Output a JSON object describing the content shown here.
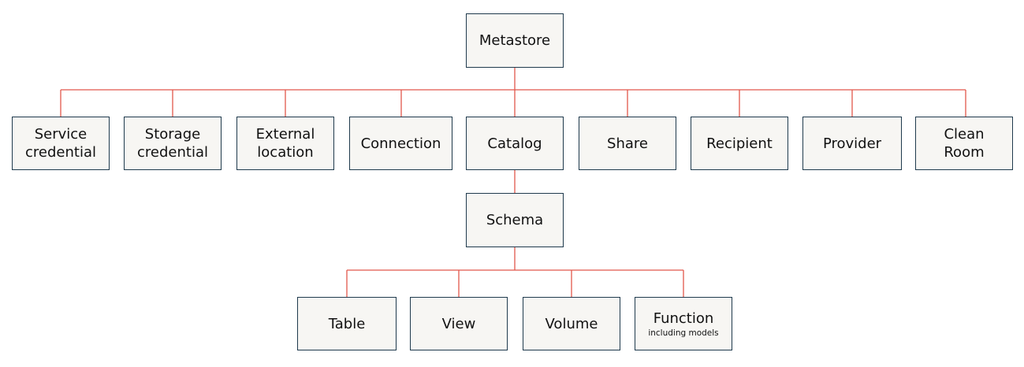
{
  "colors": {
    "connector": "#e2574c",
    "node_border": "#1f3a4d",
    "node_fill": "#f7f6f3",
    "text": "#111111"
  },
  "nodes": {
    "metastore": {
      "label": "Metastore"
    },
    "service_credential": {
      "label": "Service\ncredential"
    },
    "storage_credential": {
      "label": "Storage\ncredential"
    },
    "external_location": {
      "label": "External\nlocation"
    },
    "connection": {
      "label": "Connection"
    },
    "catalog": {
      "label": "Catalog"
    },
    "share": {
      "label": "Share"
    },
    "recipient": {
      "label": "Recipient"
    },
    "provider": {
      "label": "Provider"
    },
    "clean_room": {
      "label": "Clean\nRoom"
    },
    "schema": {
      "label": "Schema"
    },
    "table": {
      "label": "Table"
    },
    "view": {
      "label": "View"
    },
    "volume": {
      "label": "Volume"
    },
    "function": {
      "label": "Function",
      "sublabel": "including models"
    }
  }
}
